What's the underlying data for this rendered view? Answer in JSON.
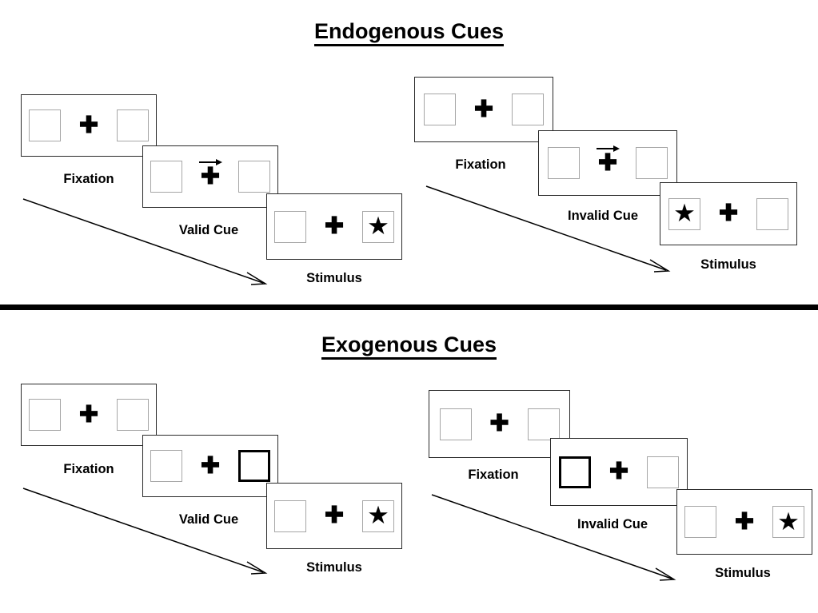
{
  "figure": {
    "title_endogenous": "Endogenous Cues",
    "title_exogenous": "Exogenous Cues"
  },
  "labels": {
    "fixation": "Fixation",
    "valid_cue": "Valid Cue",
    "invalid_cue": "Invalid Cue",
    "stimulus": "Stimulus"
  },
  "glyphs": {
    "fixation_cross": "✚",
    "star": "★"
  },
  "colors": {
    "frame_border": "#2a2a2a",
    "slot_border": "#a6a6a6",
    "cued_slot_border": "#000000",
    "ink": "#000000",
    "background": "#ffffff"
  },
  "sections": [
    {
      "id": "endogenous",
      "title": "Endogenous Cues",
      "cue_type": "central-arrow",
      "sequences": [
        {
          "id": "endogenous-valid",
          "validity": "valid",
          "frames": [
            {
              "id": "fixation",
              "caption": "Fixation",
              "arrow": "none",
              "cued_slot": "none",
              "star_slot": "none"
            },
            {
              "id": "cue",
              "caption": "Valid Cue",
              "arrow": "right",
              "cued_slot": "none",
              "star_slot": "none"
            },
            {
              "id": "stimulus",
              "caption": "Stimulus",
              "arrow": "none",
              "cued_slot": "none",
              "star_slot": "right"
            }
          ]
        },
        {
          "id": "endogenous-invalid",
          "validity": "invalid",
          "frames": [
            {
              "id": "fixation",
              "caption": "Fixation",
              "arrow": "none",
              "cued_slot": "none",
              "star_slot": "none"
            },
            {
              "id": "cue",
              "caption": "Invalid Cue",
              "arrow": "right",
              "cued_slot": "none",
              "star_slot": "none"
            },
            {
              "id": "stimulus",
              "caption": "Stimulus",
              "arrow": "none",
              "cued_slot": "none",
              "star_slot": "left"
            }
          ]
        }
      ]
    },
    {
      "id": "exogenous",
      "title": "Exogenous Cues",
      "cue_type": "peripheral-box-flash",
      "sequences": [
        {
          "id": "exogenous-valid",
          "validity": "valid",
          "frames": [
            {
              "id": "fixation",
              "caption": "Fixation",
              "arrow": "none",
              "cued_slot": "none",
              "star_slot": "none"
            },
            {
              "id": "cue",
              "caption": "Valid Cue",
              "arrow": "none",
              "cued_slot": "right",
              "star_slot": "none"
            },
            {
              "id": "stimulus",
              "caption": "Stimulus",
              "arrow": "none",
              "cued_slot": "none",
              "star_slot": "right"
            }
          ]
        },
        {
          "id": "exogenous-invalid",
          "validity": "invalid",
          "frames": [
            {
              "id": "fixation",
              "caption": "Fixation",
              "arrow": "none",
              "cued_slot": "none",
              "star_slot": "none"
            },
            {
              "id": "cue",
              "caption": "Invalid Cue",
              "arrow": "none",
              "cued_slot": "left",
              "star_slot": "none"
            },
            {
              "id": "stimulus",
              "caption": "Stimulus",
              "arrow": "none",
              "cued_slot": "none",
              "star_slot": "right"
            }
          ]
        }
      ]
    }
  ]
}
